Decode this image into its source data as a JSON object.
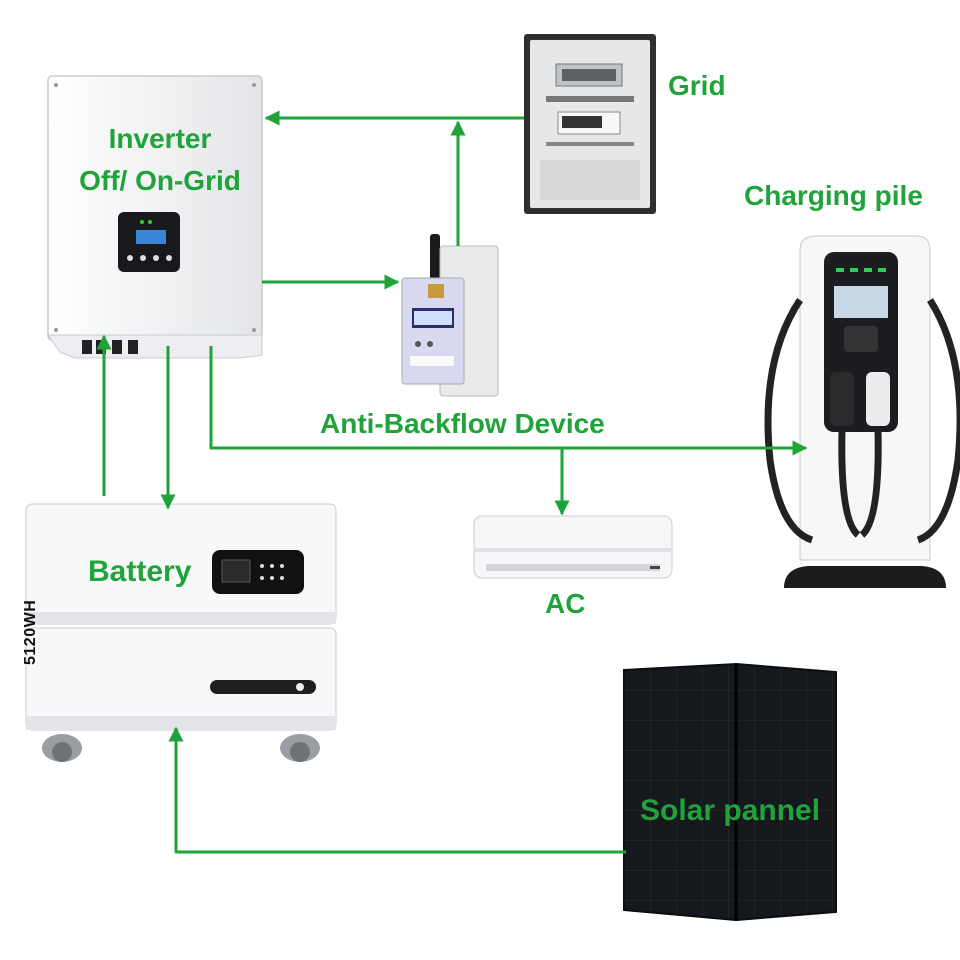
{
  "labels": {
    "inverter_line1": "Inverter",
    "inverter_line2": "Off/ On-Grid",
    "grid": "Grid",
    "charging_pile": "Charging pile",
    "anti_backflow": "Anti-Backflow Device",
    "ac": "AC",
    "battery": "Battery",
    "solar": "Solar pannel"
  },
  "battery_capacity": "5120WH",
  "colors": {
    "flow_green": "#1fa33a",
    "panel_black": "#111418",
    "device_white": "#f4f5f7"
  }
}
